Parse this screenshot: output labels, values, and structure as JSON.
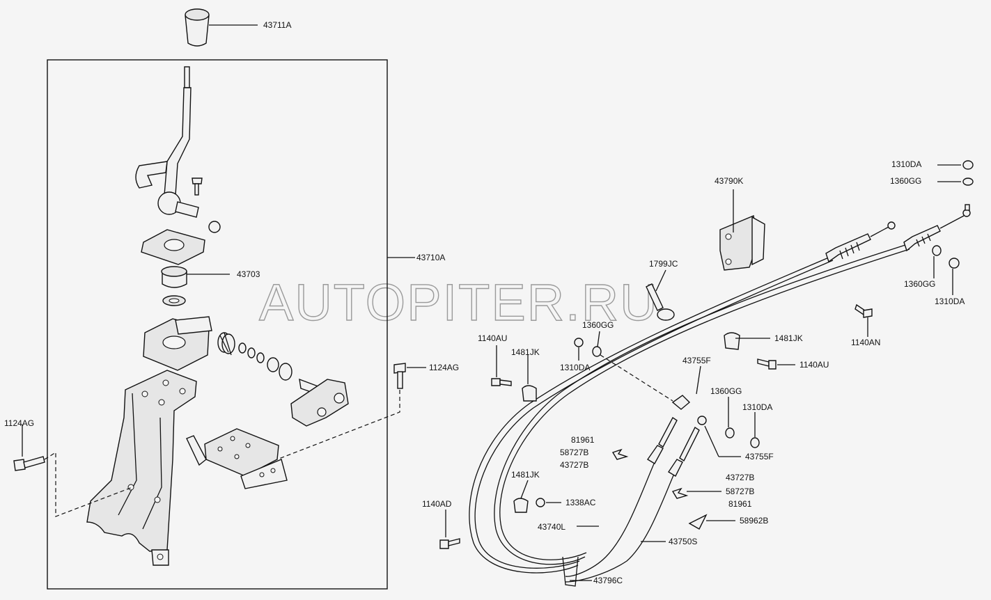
{
  "watermark": "AUTOPITER.RU",
  "labels": {
    "l43711A": "43711A",
    "l43710A": "43710A",
    "l43703": "43703",
    "l1124AG_left": "1124AG",
    "l1124AG_mid": "1124AG",
    "l1140AU_a": "1140AU",
    "l1481JK_a": "1481JK",
    "l1360GG_a": "1360GG",
    "l1310DA_a": "1310DA",
    "l1799JC": "1799JC",
    "l43790K": "43790K",
    "l43755F_top": "43755F",
    "l43755F_bot": "43755F",
    "l1481JK_b": "1481JK",
    "l1140AU_b": "1140AU",
    "l1310DA_top": "1310DA",
    "l1360GG_top": "1360GG",
    "l1360GG_r": "1360GG",
    "l1310DA_r": "1310DA",
    "l1140AN": "1140AN",
    "l1360GG_c": "1360GG",
    "l1310DA_c": "1310DA",
    "l81961_a": "81961",
    "l58727B_a": "58727B",
    "l43727B_a": "43727B",
    "l1481JK_c": "1481JK",
    "l1338AC": "1338AC",
    "l1140AD": "1140AD",
    "l43740L": "43740L",
    "l43750S": "43750S",
    "l43796C": "43796C",
    "l43727B_b": "43727B",
    "l58727B_b": "58727B",
    "l81961_b": "81961",
    "l58962B": "58962B"
  }
}
